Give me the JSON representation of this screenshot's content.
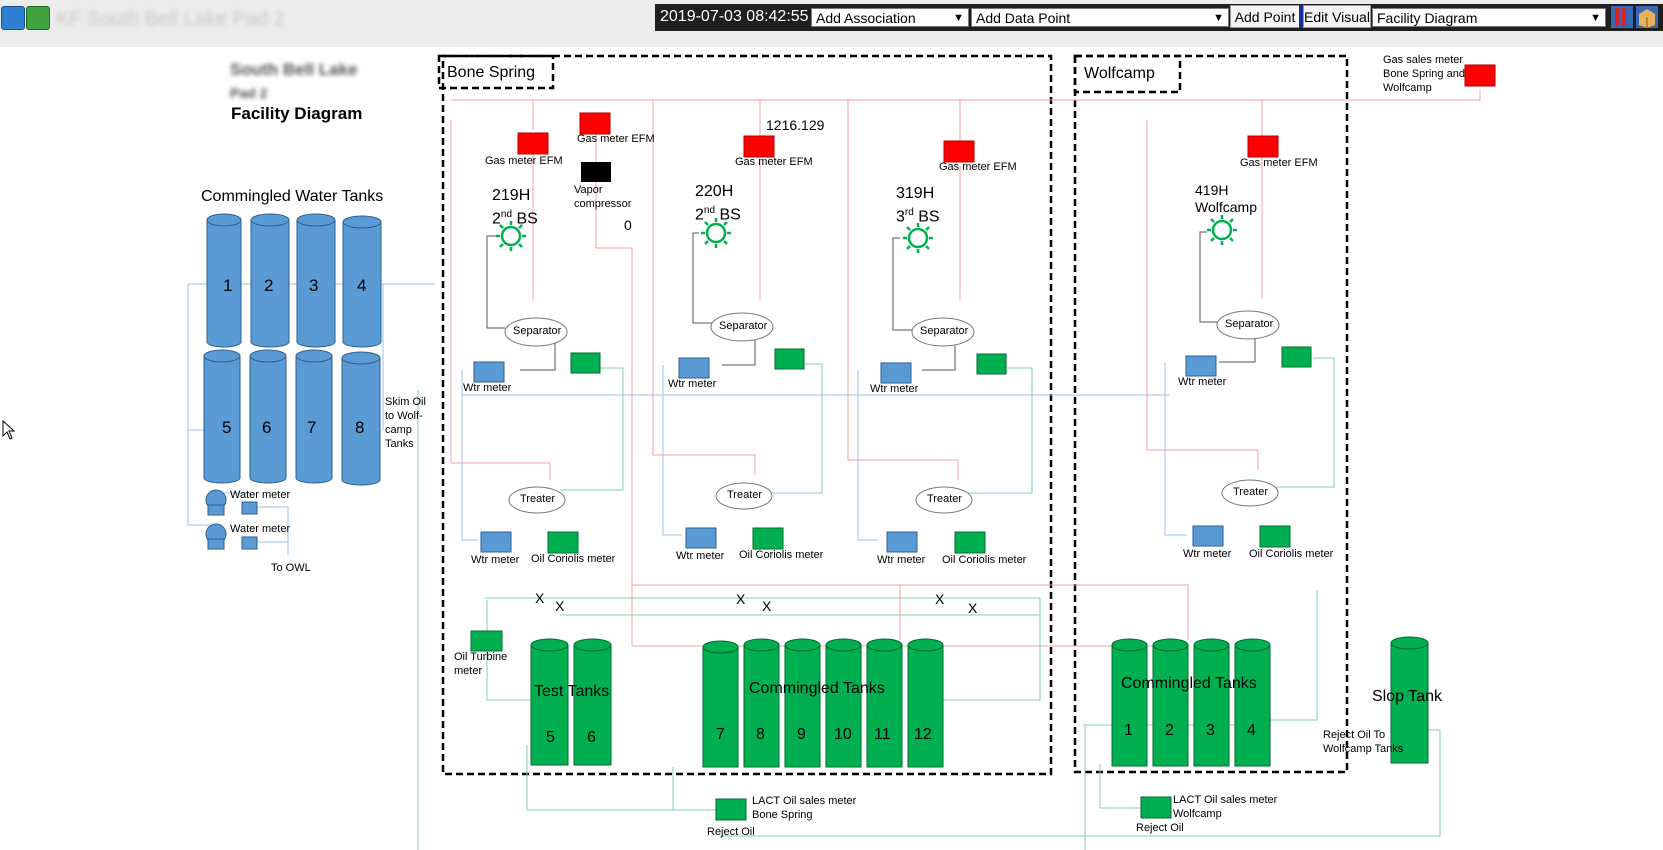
{
  "header": {
    "app_title": "KF South Bell Lake Pad 2",
    "timestamp": "2019-07-03 08:42:55",
    "add_association": "Add Association",
    "add_data_point": "Add Data Point",
    "add_point_button": "Add Point",
    "edit_visual_button": "Edit Visual",
    "view_select": "Facility Diagram"
  },
  "diagram": {
    "facility_name_line1": "South Bell Lake",
    "facility_name_line2": "Pad 2",
    "facility_title": "Facility Diagram",
    "sections": {
      "bone_spring": "Bone Spring",
      "wolfcamp": "Wolfcamp"
    },
    "water_tanks": {
      "title": "Commingled Water Tanks",
      "numbers": [
        "1",
        "2",
        "3",
        "4",
        "5",
        "6",
        "7",
        "8"
      ],
      "skim_oil_label_lines": [
        "Skim Oil",
        "to Wolf-",
        "camp",
        "Tanks"
      ],
      "water_meter_labels": [
        "Water meter",
        "Water meter"
      ],
      "to_owl": "To OWL"
    },
    "wells": [
      {
        "name": "219H",
        "formation_prefix": "2",
        "formation_sup": "nd",
        "formation_suffix": " BS"
      },
      {
        "name": "220H",
        "formation_prefix": "2",
        "formation_sup": "nd",
        "formation_suffix": " BS"
      },
      {
        "name": "319H",
        "formation_prefix": "3",
        "formation_sup": "rd",
        "formation_suffix": " BS"
      },
      {
        "name": "419H",
        "formation_line2": "Wolfcamp"
      }
    ],
    "labels": {
      "gas_meter_efm": "Gas meter EFM",
      "separator": "Separator",
      "treater": "Treater",
      "wtr_meter": "Wtr meter",
      "oil_coriolis_meter": "Oil Coriolis meter",
      "vapor_compressor_lines": [
        "Vapor",
        "compressor"
      ],
      "vapor_value": "0",
      "gas_reading": "1216.129",
      "valve_mark": "X",
      "oil_turbine_lines": [
        "Oil Turbine",
        "meter"
      ],
      "gas_sales_lines": [
        "Gas sales meter",
        "Bone Spring and",
        "Wolfcamp"
      ],
      "lact_bs_lines": [
        "LACT Oil sales meter",
        "Bone Spring"
      ],
      "lact_wc_lines": [
        "LACT Oil sales meter",
        "Wolfcamp"
      ],
      "reject_oil": "Reject Oil",
      "reject_oil_to_lines": [
        "Reject Oil To",
        "Wolfcamp Tanks"
      ]
    },
    "test_tanks": {
      "title": "Test Tanks",
      "numbers": [
        "5",
        "6"
      ]
    },
    "bs_commingled": {
      "title": "Commingled Tanks",
      "numbers": [
        "7",
        "8",
        "9",
        "10",
        "11",
        "12"
      ]
    },
    "wc_commingled": {
      "title": "Commingled Tanks",
      "numbers": [
        "1",
        "2",
        "3",
        "4"
      ]
    },
    "slop_tank": {
      "title": "Slop Tank"
    },
    "colors": {
      "water_blue": "#5b9bd5",
      "oil_green": "#00b050",
      "gas_red": "#ff0000",
      "gas_line": "#f4a0a0",
      "water_line": "#9dc3e6",
      "oil_line": "#7fd3a8",
      "well_green": "#00b050",
      "toolbar": "#1f1f1f"
    }
  }
}
